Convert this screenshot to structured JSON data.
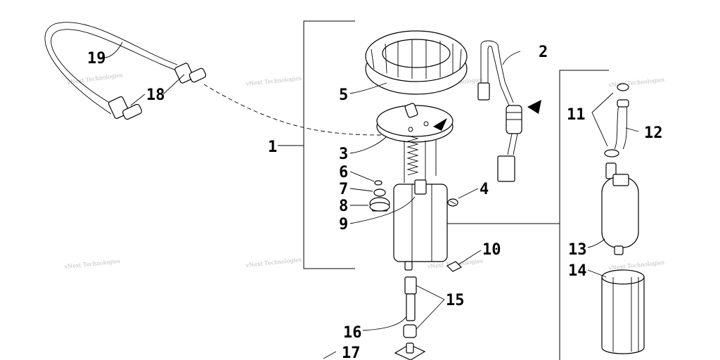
{
  "diagram": {
    "watermark": "vNext Technologies",
    "callouts": {
      "c1": "1",
      "c2": "2",
      "c3": "3",
      "c4": "4",
      "c5": "5",
      "c6": "6",
      "c7": "7",
      "c8": "8",
      "c9": "9",
      "c10": "10",
      "c11": "11",
      "c12": "12",
      "c13": "13",
      "c14": "14",
      "c15": "15",
      "c16": "16",
      "c17": "17",
      "c18": "18",
      "c19": "19"
    }
  }
}
